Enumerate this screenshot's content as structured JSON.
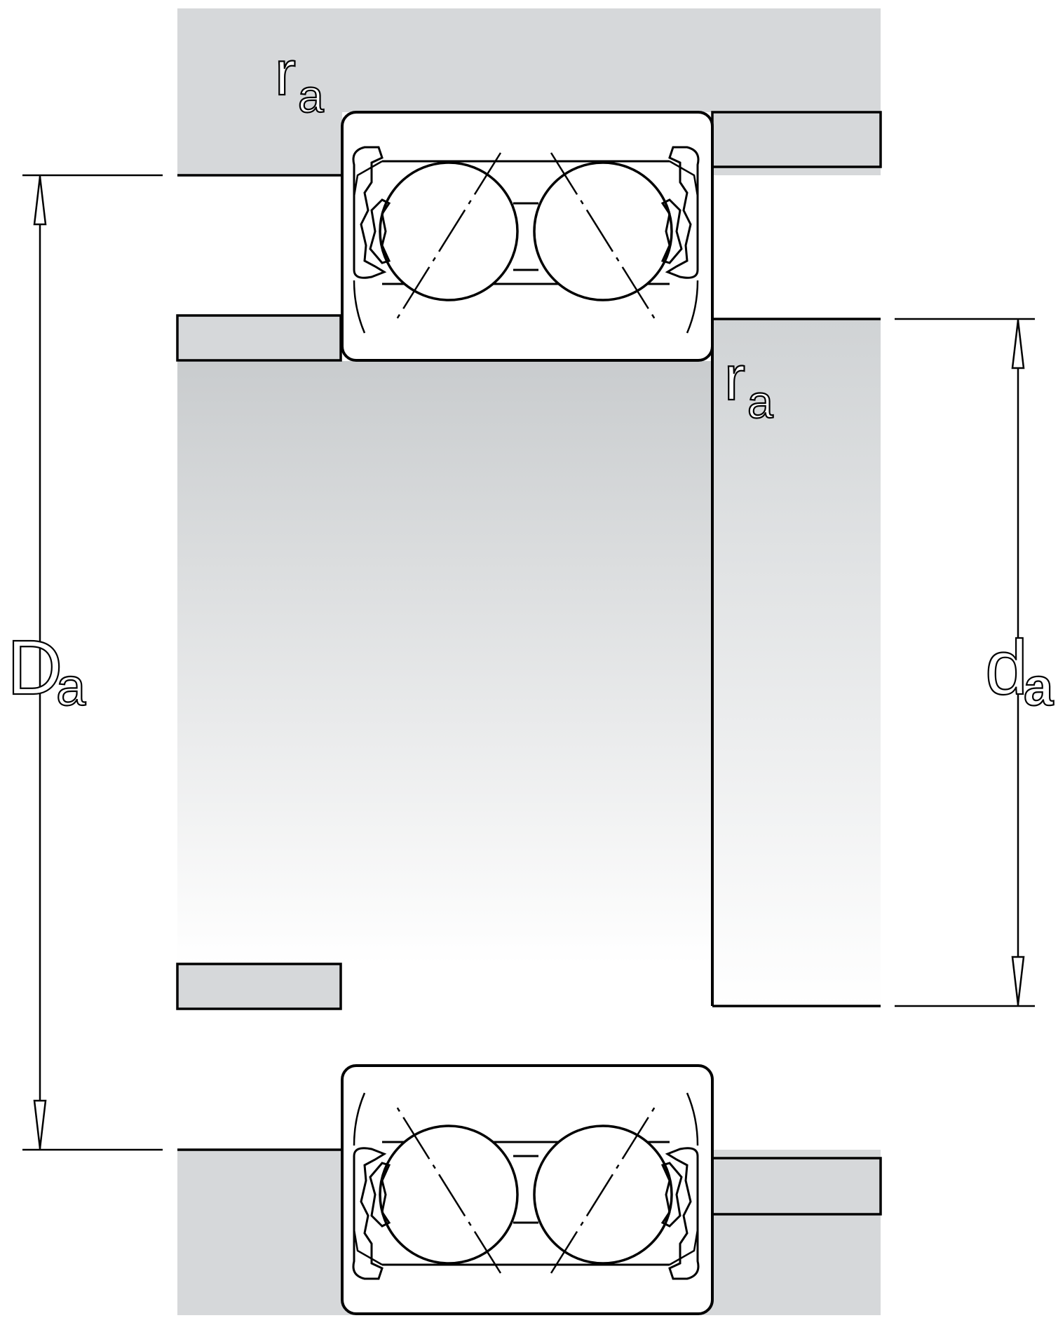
{
  "labels": {
    "ra_top": {
      "main": "r",
      "sub": "a"
    },
    "ra_right": {
      "main": "r",
      "sub": "a"
    },
    "Da": {
      "main": "D",
      "sub": "a"
    },
    "da": {
      "main": "d",
      "sub": "a"
    }
  },
  "colors": {
    "housing": "#d6d8da",
    "line": "#000000",
    "bearing_fill": "#ffffff",
    "shaft_gradient_top": "#c9ccce",
    "shaft_gradient_bottom": "#ffffff"
  }
}
